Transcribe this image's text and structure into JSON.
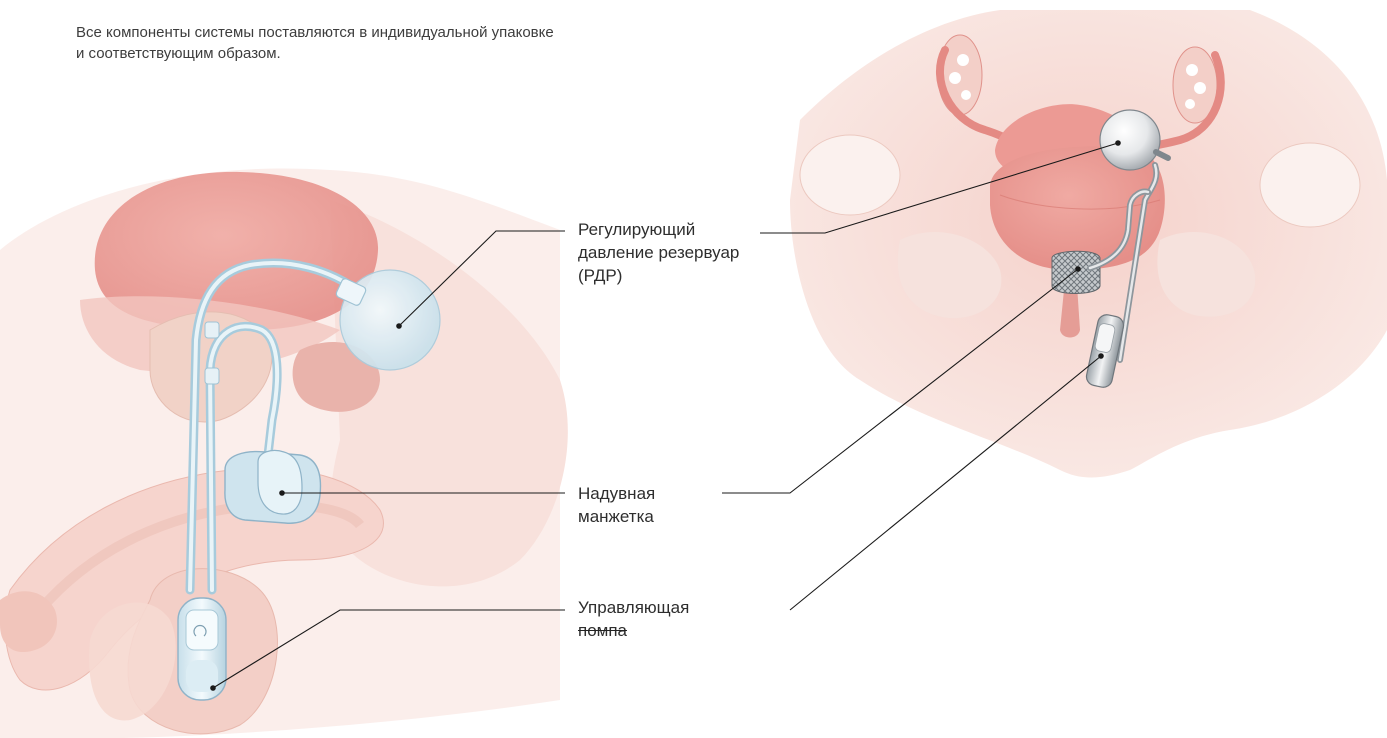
{
  "intro": {
    "line1": "Все компоненты системы поставляются в индивидуальной упаковке",
    "line2": "и соответствующим образом."
  },
  "labels": {
    "reservoir": {
      "line1": "Регулирующий",
      "line2": "давление резервуар",
      "line3": "(РДР)"
    },
    "cuff": {
      "line1": "Надувная",
      "line2": "манжетка"
    },
    "pump": {
      "word1": "Управляющая",
      "word2": "помпа"
    }
  },
  "colors": {
    "tissue_light": "#f7ddd8",
    "tissue_mid": "#efc1b9",
    "tissue_dark": "#e29c95",
    "device_blue": "#d5e8f2",
    "device_outline": "#8fb3c8",
    "metal": "#b9bfc4",
    "leader_line": "#1a1a1a"
  }
}
